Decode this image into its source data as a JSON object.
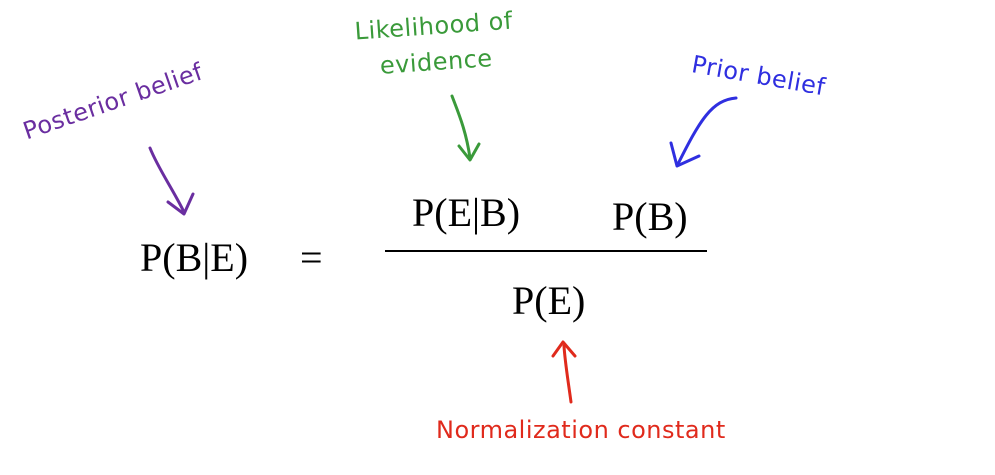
{
  "equation": {
    "lhs": "P(B|E)",
    "equals": "=",
    "numerator_likelihood": "P(E|B)",
    "numerator_prior": "P(B)",
    "denominator": "P(E)"
  },
  "annotations": {
    "posterior": {
      "text": "Posterior belief",
      "color": "#6a2ea0"
    },
    "likelihood": {
      "line1": "Likelihood of",
      "line2": "evidence",
      "color": "#3a9a3a"
    },
    "prior": {
      "text": "Prior belief",
      "color": "#2f2fe0"
    },
    "normalization": {
      "text": "Normalization constant",
      "color": "#e02a1c"
    }
  }
}
